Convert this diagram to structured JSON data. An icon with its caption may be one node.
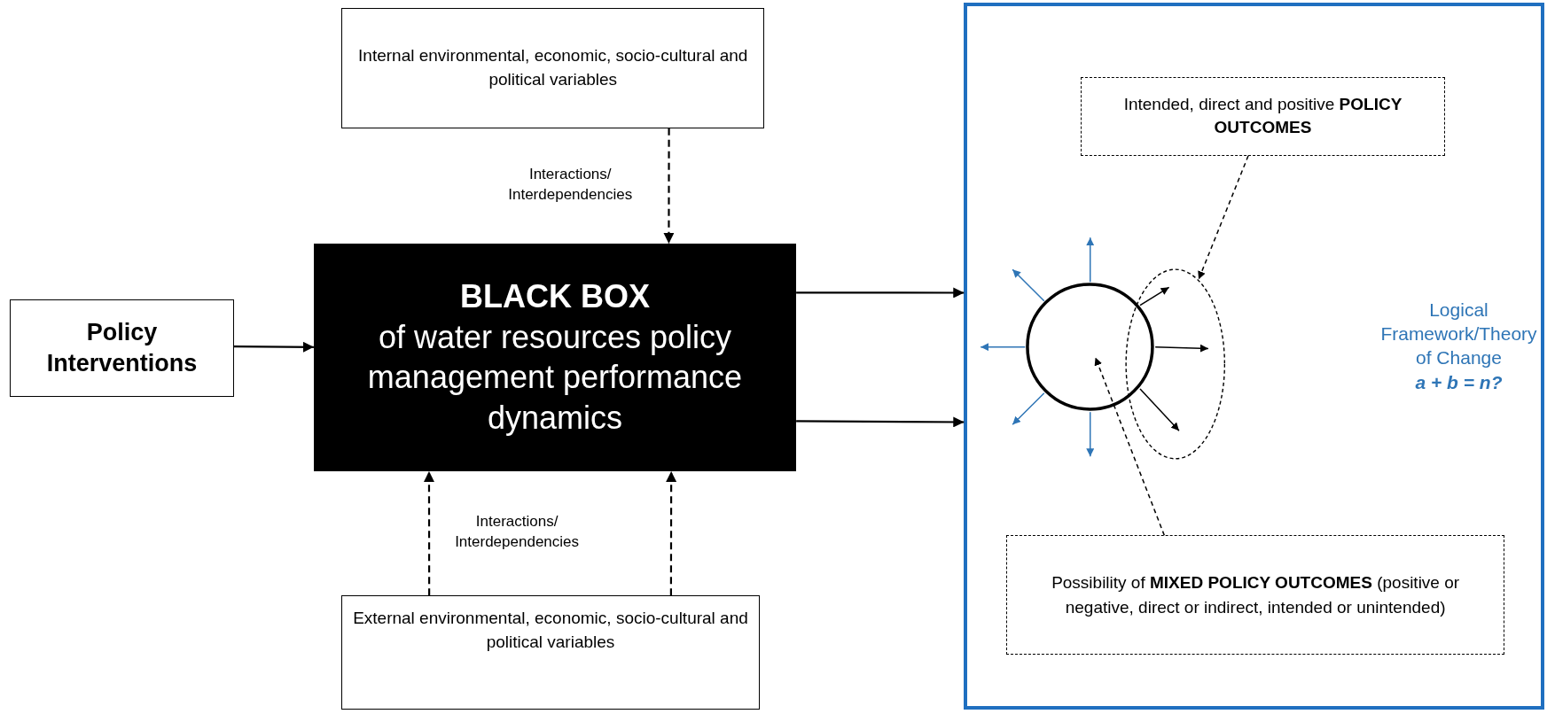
{
  "diagram": {
    "nodes": [
      {
        "text": [
          "Internal environmental, economic, socio-cultural and political variables"
        ]
      },
      {
        "text": [
          "Policy Interventions"
        ]
      },
      {
        "text": [
          "BLACK BOX",
          "of water resources policy management performance dynamics"
        ]
      },
      {
        "text": [
          "External environmental, economic, socio-cultural and political variables"
        ]
      },
      {
        "text": [
          "Logical Framework/Theory of Change",
          "a + b = n?"
        ]
      },
      {
        "text": [
          "Intended, direct and positive **POLICY OUTCOMES**"
        ],
        "in": 4
      },
      {
        "text": [],
        "shape": "circle",
        "in": 4
      },
      {
        "text": [],
        "shape": "ellipse",
        "in": 4
      },
      {
        "text": [
          "Possibility of **MIXED POLICY OUTCOMES** (positive or negative, direct or indirect, intended or unintended)"
        ],
        "in": 4
      }
    ],
    "edges": [
      {
        "from": 0,
        "to": 2,
        "arrow": "to",
        "style": "dashed",
        "label": "Interactions/ Interdependencies"
      },
      {
        "from": 1,
        "to": 2,
        "arrow": "to"
      },
      {
        "from": 3,
        "to": 2,
        "arrow": "to",
        "style": "dashed",
        "label": "Interactions/ Interdependencies"
      },
      {
        "from": 3,
        "to": 2,
        "arrow": "to",
        "style": "dashed"
      },
      {
        "from": 2,
        "to": 4,
        "arrow": "to"
      },
      {
        "from": 2,
        "to": 4,
        "arrow": "to"
      },
      {
        "from": 5,
        "to": 7,
        "arrow": "to",
        "style": "dashed"
      },
      {
        "from": 8,
        "to": 6,
        "arrow": "to",
        "style": "dashed"
      },
      {
        "from": 6,
        "to": null,
        "arrow": "to",
        "color": "#2e75b6"
      },
      {
        "from": 6,
        "to": null,
        "arrow": "to",
        "color": "#2e75b6"
      },
      {
        "from": 6,
        "to": null,
        "arrow": "to",
        "color": "#2e75b6"
      },
      {
        "from": 6,
        "to": null,
        "arrow": "to",
        "color": "#2e75b6"
      },
      {
        "from": 6,
        "to": null,
        "arrow": "to",
        "color": "#2e75b6"
      },
      {
        "from": 6,
        "to": 7,
        "arrow": "to"
      },
      {
        "from": 6,
        "to": 7,
        "arrow": "to"
      },
      {
        "from": 6,
        "to": 7,
        "arrow": "to"
      }
    ]
  }
}
